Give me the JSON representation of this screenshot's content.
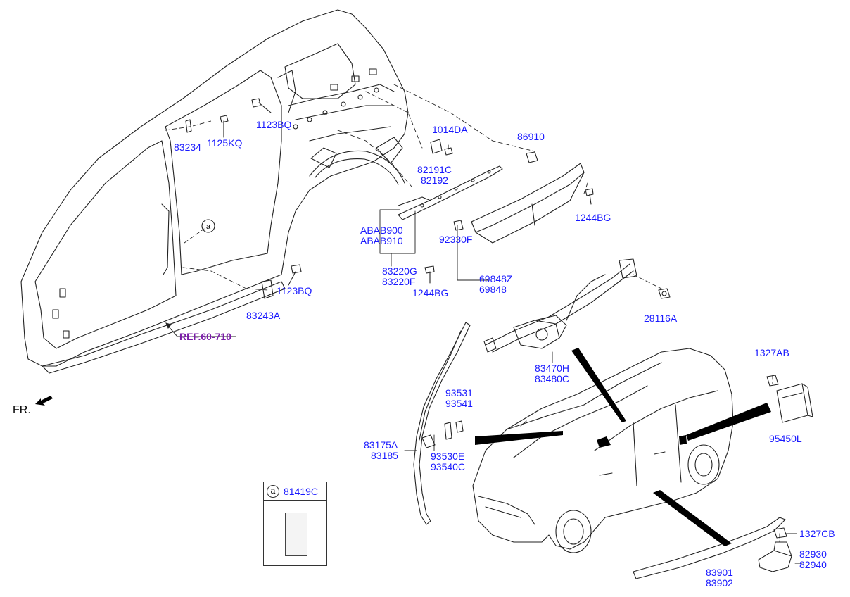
{
  "colors": {
    "label": "#1a1aff",
    "ref": "#7a1ca8",
    "line": "#222222"
  },
  "labels": {
    "p83234": "83234",
    "p1125KQ": "1125KQ",
    "p1123BQ_top": "1123BQ",
    "p1014DA": "1014DA",
    "p82191C": "82191C",
    "p82192": "82192",
    "p86910": "86910",
    "p1244BG_right": "1244BG",
    "pABAB900": "ABAB900",
    "pABAB910": "ABAB910",
    "p92330F": "92330F",
    "p83220G": "83220G",
    "p83220F": "83220F",
    "p1244BG_mid": "1244BG",
    "p69848Z": "69848Z",
    "p69848": "69848",
    "p1123BQ_bottom": "1123BQ",
    "p83243A": "83243A",
    "p28116A": "28116A",
    "p83470H": "83470H",
    "p83480C": "83480C",
    "p1327AB": "1327AB",
    "p93531": "93531",
    "p93541": "93541",
    "p83175A": "83175A",
    "p83185": "83185",
    "p93530E": "93530E",
    "p93540C": "93540C",
    "p95450L": "95450L",
    "p1327CB": "1327CB",
    "p82930": "82930",
    "p82940": "82940",
    "p83901": "83901",
    "p83902": "83902"
  },
  "ref": "REF.60-710",
  "front_marker": "FR.",
  "callout_letter": "a",
  "inset": {
    "letter": "a",
    "code": "81419C"
  }
}
